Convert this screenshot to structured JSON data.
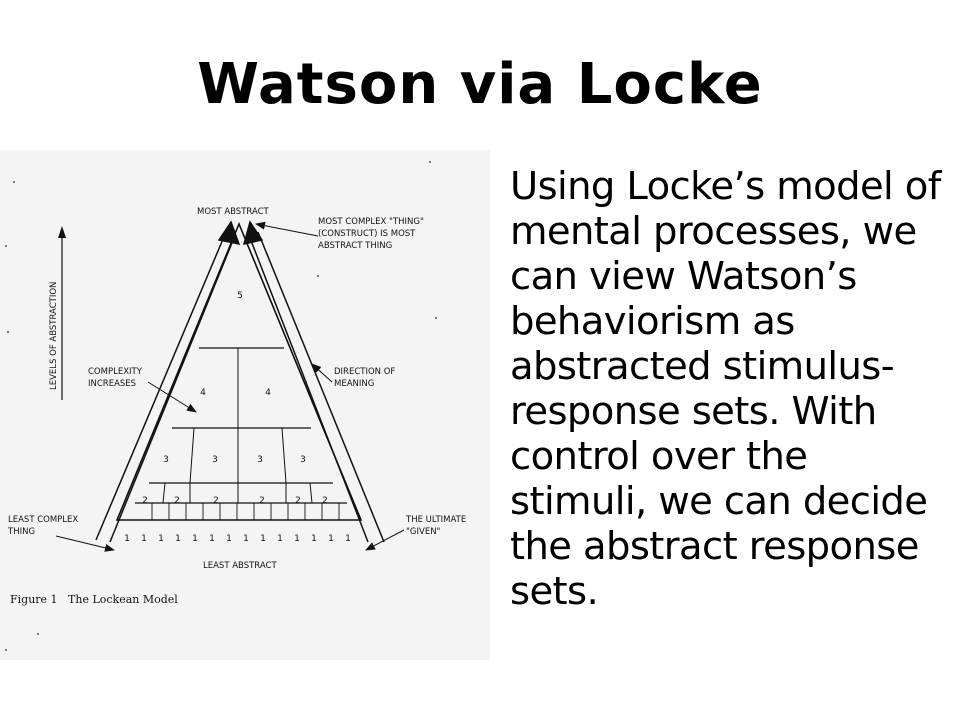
{
  "slide": {
    "title": "Watson via Locke",
    "body": "Using Locke’s model of mental processes, we can view Watson’s behaviorism as abstracted stimulus-response sets. With control over the stimuli, we can decide the abstract response sets."
  },
  "figure": {
    "top_label": "MOST ABSTRACT",
    "bottom_label": "LEAST ABSTRACT",
    "axis_label": "LEVELS OF ABSTRACTION",
    "complexity_label": [
      "COMPLEXITY",
      "INCREASES"
    ],
    "direction_label": [
      "DIRECTION OF",
      "MEANING"
    ],
    "most_complex_label": [
      "MOST COMPLEX \"THING\"",
      "(CONSTRUCT) IS MOST",
      "ABSTRACT THING"
    ],
    "least_complex_label": [
      "LEAST COMPLEX",
      "THING"
    ],
    "ultimate_label": [
      "THE ULTIMATE",
      "\"GIVEN\""
    ],
    "caption": "Figure 1   The Lockean Model",
    "levels": {
      "level5": [
        "5"
      ],
      "level4": [
        "4",
        "4"
      ],
      "level3": [
        "3",
        "3",
        "3",
        "3"
      ],
      "level2": [
        "2",
        "2",
        "2",
        "2",
        "2",
        "2"
      ],
      "level1": [
        "1",
        "1",
        "1",
        "1",
        "1",
        "1",
        "1",
        "1",
        "1",
        "1",
        "1",
        "1",
        "1",
        "1"
      ]
    }
  }
}
